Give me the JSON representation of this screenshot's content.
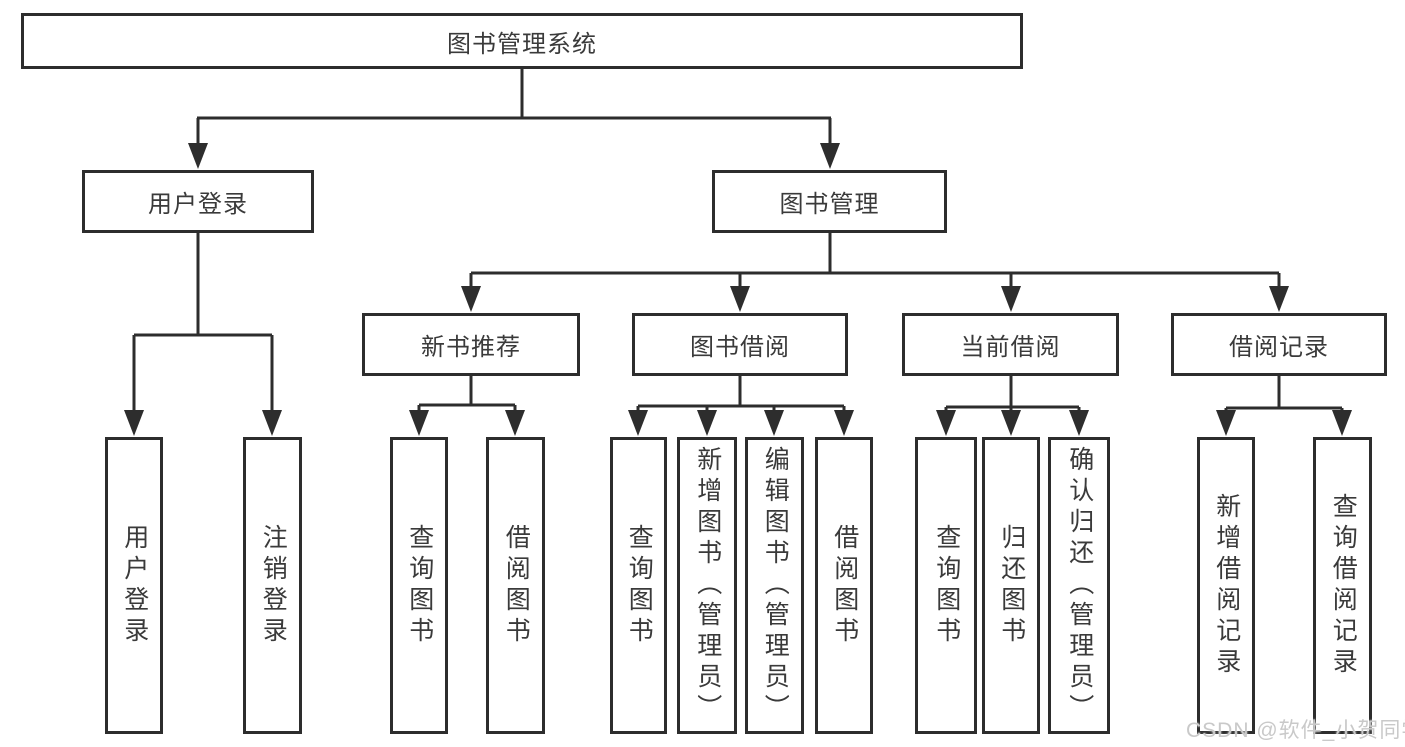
{
  "colors": {
    "line": "#2d2d2d",
    "box_border": "#2d2d2d",
    "text": "#3a3a3a",
    "background": "#ffffff",
    "watermark": "#c9c9c9"
  },
  "diagram": {
    "root": {
      "label": "图书管理系统"
    },
    "branches": [
      {
        "label": "用户登录",
        "children": [
          {
            "label": "用户登录"
          },
          {
            "label": "注销登录"
          }
        ]
      },
      {
        "label": "图书管理",
        "sections": [
          {
            "label": "新书推荐",
            "children": [
              {
                "label": "查询图书"
              },
              {
                "label": "借阅图书"
              }
            ]
          },
          {
            "label": "图书借阅",
            "children": [
              {
                "label": "查询图书"
              },
              {
                "label": "新增图书（管理员）"
              },
              {
                "label": "编辑图书（管理员）"
              },
              {
                "label": "借阅图书"
              }
            ]
          },
          {
            "label": "当前借阅",
            "children": [
              {
                "label": "查询图书"
              },
              {
                "label": "归还图书"
              },
              {
                "label": "确认归还（管理员）"
              }
            ]
          },
          {
            "label": "借阅记录",
            "children": [
              {
                "label": "新增借阅记录"
              },
              {
                "label": "查询借阅记录"
              }
            ]
          }
        ]
      }
    ]
  },
  "watermark": {
    "text": "CSDN @软件_小贺同学"
  }
}
